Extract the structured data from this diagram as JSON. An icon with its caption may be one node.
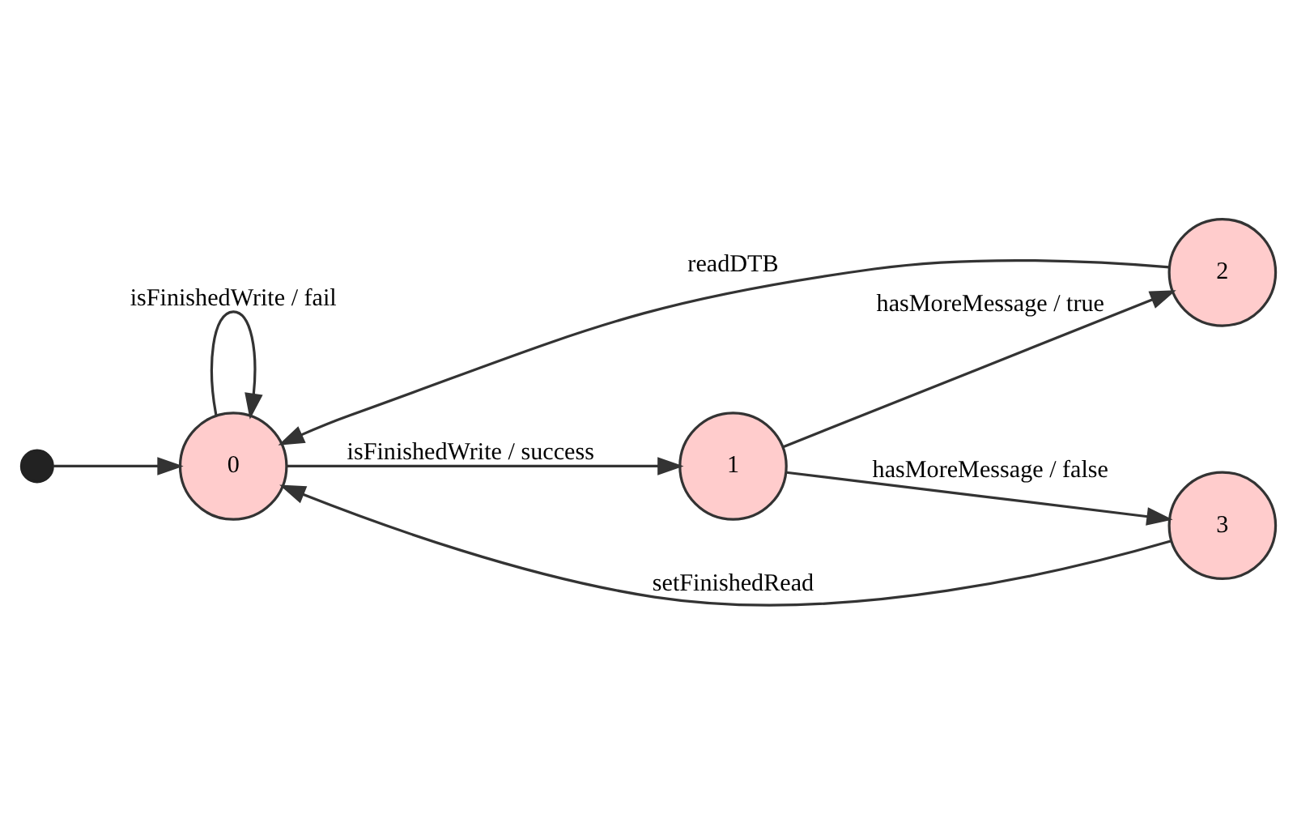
{
  "diagram": {
    "nodes": [
      {
        "text": [
          "0"
        ]
      },
      {
        "text": [
          "1"
        ]
      },
      {
        "text": [
          "2"
        ]
      },
      {
        "text": [
          "3"
        ]
      },
      {
        "text": [],
        "shape": "circle"
      }
    ],
    "edges": [
      {
        "from": 4,
        "to": 0,
        "arrow": "to"
      },
      {
        "from": 0,
        "to": 0,
        "arrow": "to",
        "label": "isFinishedWrite / fail"
      },
      {
        "from": 0,
        "to": 1,
        "arrow": "to",
        "label": "isFinishedWrite / success"
      },
      {
        "from": 1,
        "to": 3,
        "arrow": "to",
        "label": "hasMoreMessage / false"
      },
      {
        "from": 1,
        "to": 2,
        "arrow": "to",
        "label": "hasMoreMessage / true"
      },
      {
        "from": 3,
        "to": 0,
        "arrow": "to",
        "label": "setFinishedRead"
      },
      {
        "from": 2,
        "to": 0,
        "arrow": "to",
        "label": "readDTB"
      }
    ]
  }
}
